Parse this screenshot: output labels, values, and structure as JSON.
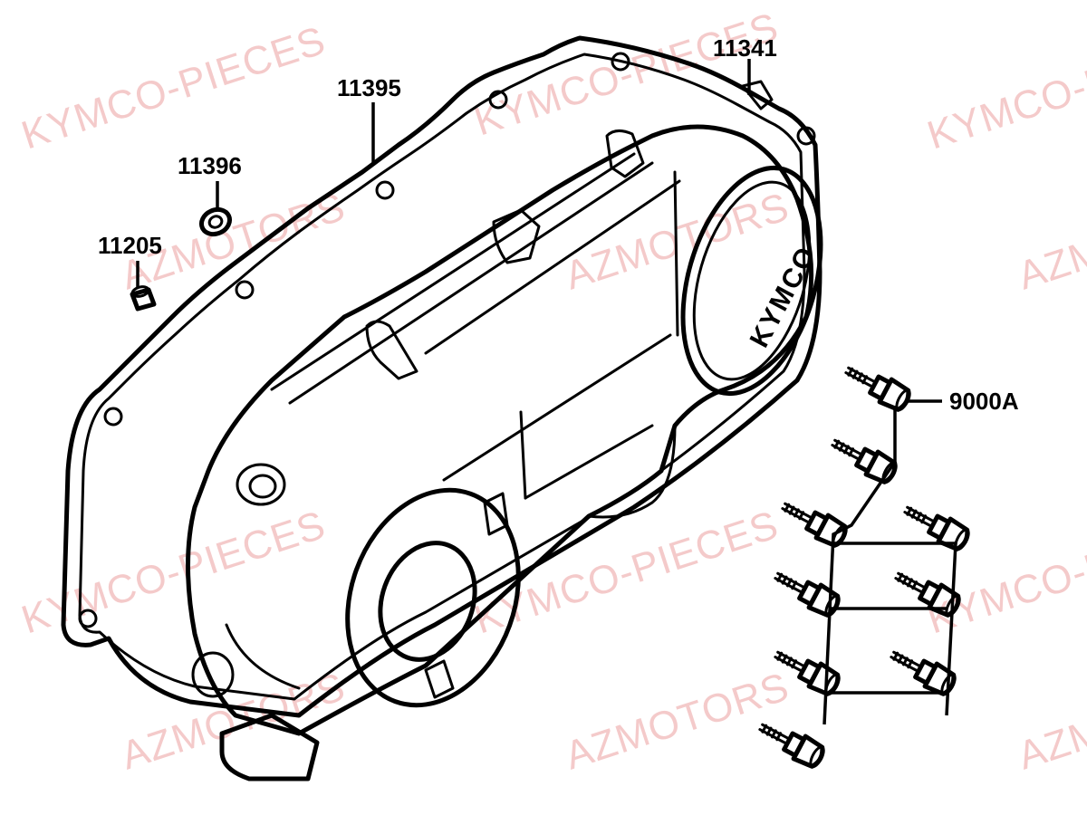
{
  "watermarks": {
    "kymco": "KYMCO-PIECES",
    "az": "AZMOTORS"
  },
  "cover": {
    "logo_text": "KYMCO"
  },
  "callouts": {
    "gasket": "11395",
    "bolt_top": "11341",
    "washer": "11396",
    "dowel": "11205",
    "bolts": "9000A"
  },
  "colors": {
    "watermark": "#f1b9b9",
    "line": "#000000",
    "background": "#ffffff"
  }
}
